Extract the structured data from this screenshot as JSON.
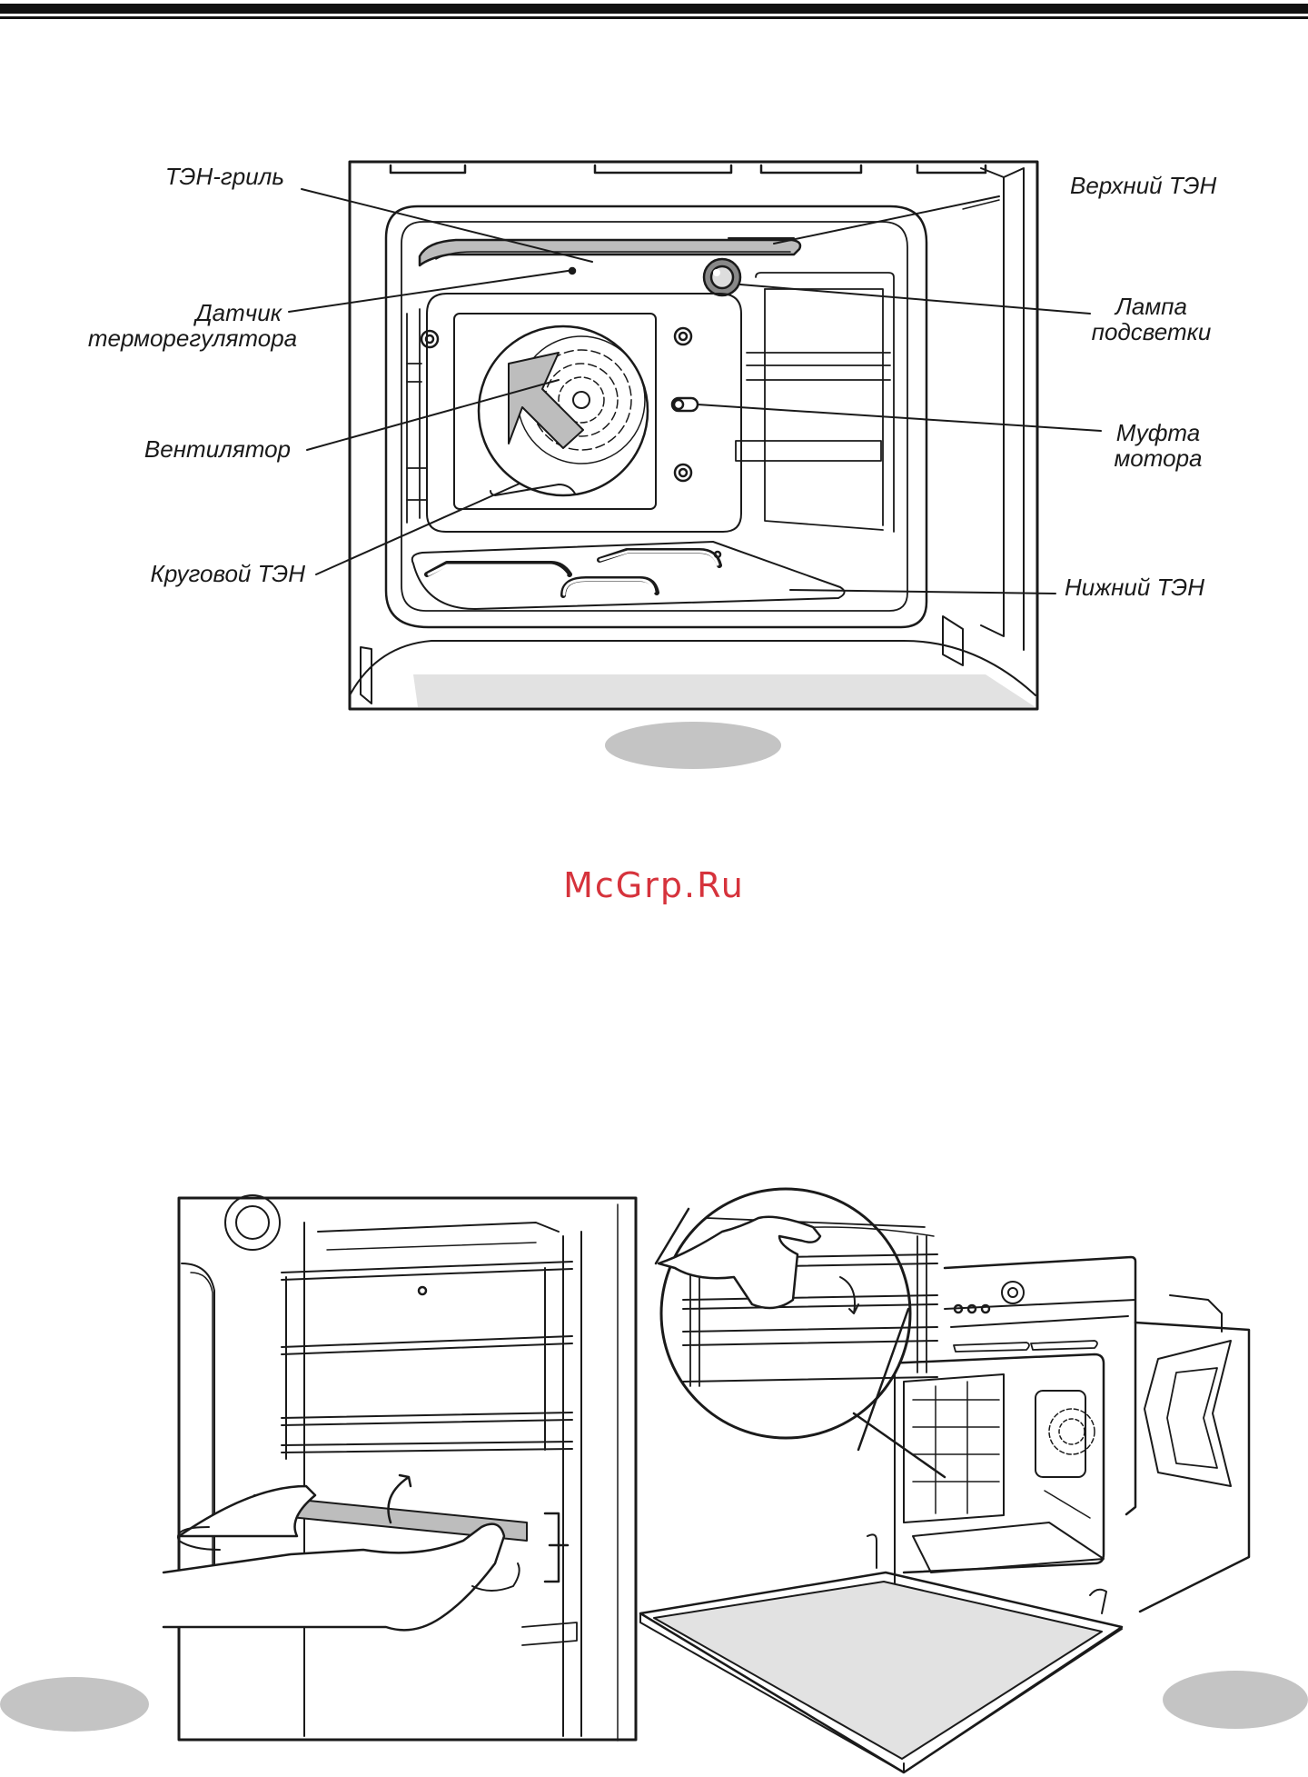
{
  "labels": {
    "grill_element": "ТЭН-гриль",
    "thermostat_sensor_line1": "Датчик",
    "thermostat_sensor_line2": "терморегулятора",
    "fan": "Вентилятор",
    "circular_element": "Круговой ТЭН",
    "top_element": "Верхний ТЭН",
    "lamp_line1": "Лампа",
    "lamp_line2": "подсветки",
    "motor_coupling_line1": "Муфта",
    "motor_coupling_line2": "мотора",
    "bottom_element": "Нижний ТЭН"
  },
  "watermark": "McGrp.Ru",
  "colors": {
    "line": "#1a1a1a",
    "badge_gray": "#c4c4c4",
    "watermark_red": "#d6333c",
    "floor_gray": "#e2e2e2"
  }
}
